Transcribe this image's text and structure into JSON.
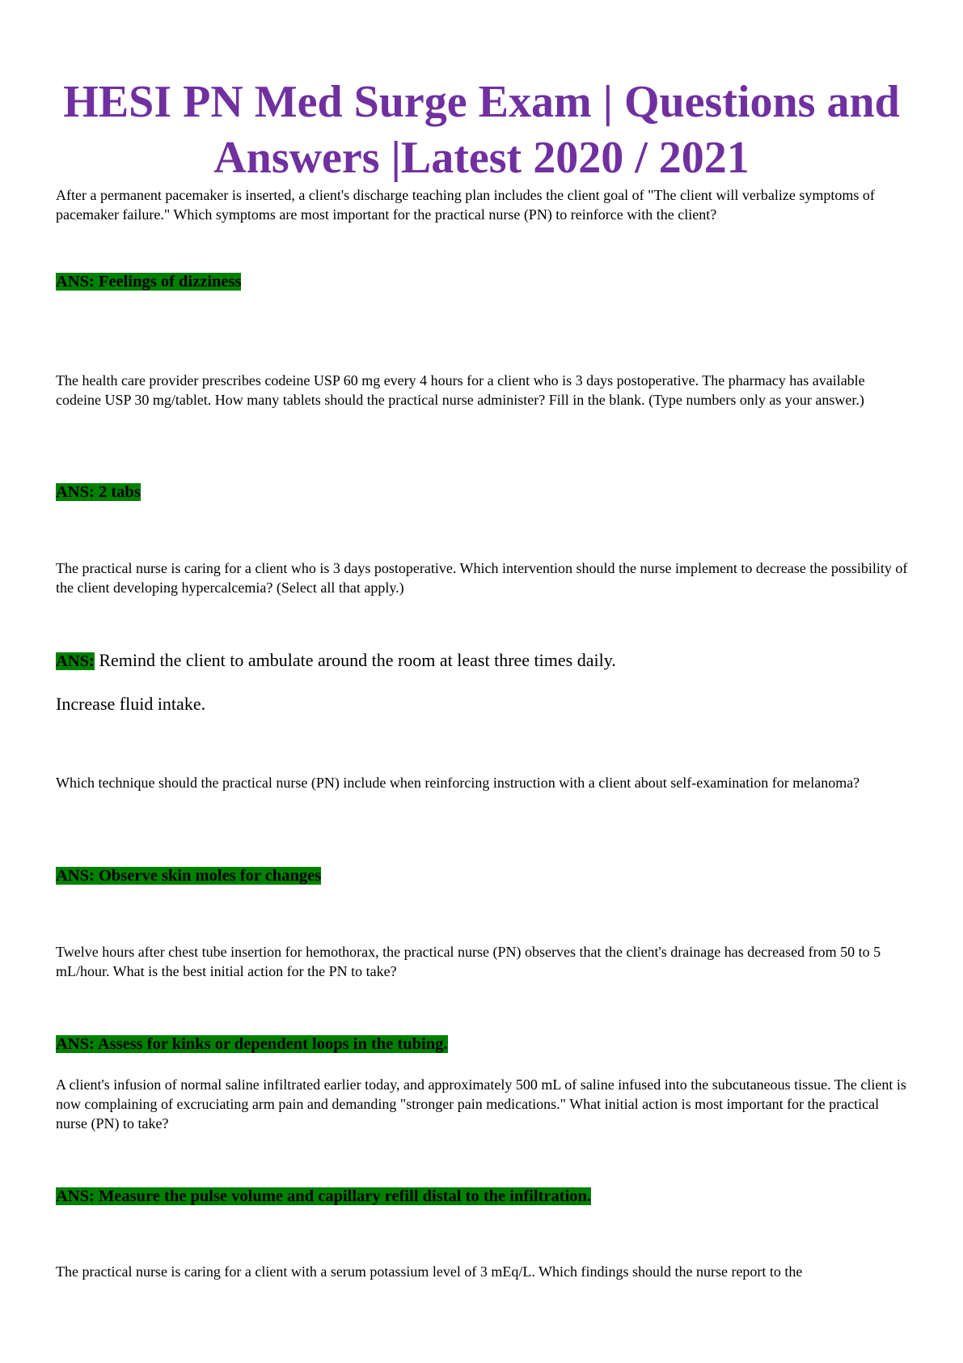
{
  "document": {
    "title": "HESI PN Med Surge Exam | Questions and Answers |Latest 2020 / 2021"
  },
  "items": [
    {
      "question": "After a permanent pacemaker is inserted, a client's discharge teaching plan includes the client goal of \"The client will verbalize symptoms of pacemaker failure.\" Which symptoms are most important for the practical nurse (PN) to reinforce with the client?",
      "answer": "ANS: Feelings of dizziness"
    },
    {
      "question": "The health care provider prescribes codeine USP 60 mg every 4 hours for a client who is 3 days postoperative. The pharmacy has available codeine USP 30 mg/tablet. How many tablets should the practical nurse administer? Fill in the blank. (Type numbers only as your answer.)",
      "answer": "ANS: 2 tabs"
    },
    {
      "question": "The practical nurse is caring for a client who is 3 days postoperative. Which intervention should the nurse implement to decrease the possibility of the client developing hypercalcemia? (Select all that apply.)",
      "answer_prefix": "ANS:",
      "answer_lines": [
        " Remind the client to ambulate around the room at least three times daily.",
        "Increase fluid intake."
      ]
    },
    {
      "question": "Which technique should the practical nurse (PN) include when reinforcing instruction with a client about self-examination for melanoma?",
      "answer": "ANS: Observe skin moles for changes"
    },
    {
      "question": "Twelve hours after chest tube insertion for hemothorax, the practical nurse (PN) observes that the client's drainage has decreased from 50 to 5 mL/hour. What is the best initial action for the PN to take?",
      "answer": "ANS: Assess for kinks or dependent loops in the tubing."
    },
    {
      "question": "A client's infusion of normal saline infiltrated earlier today, and approximately 500 mL of saline infused into the subcutaneous tissue. The client is now complaining of excruciating arm pain and demanding \"stronger pain medications.\" What initial action is most important for the practical nurse (PN) to take?",
      "answer": "ANS: Measure the pulse volume and capillary refill distal to the infiltration."
    },
    {
      "question": "The practical nurse is caring for a client with a serum potassium level of 3 mEq/L. Which findings should the nurse report to the"
    }
  ],
  "colors": {
    "title": "#7030a0",
    "answer_highlight": "#008000"
  }
}
